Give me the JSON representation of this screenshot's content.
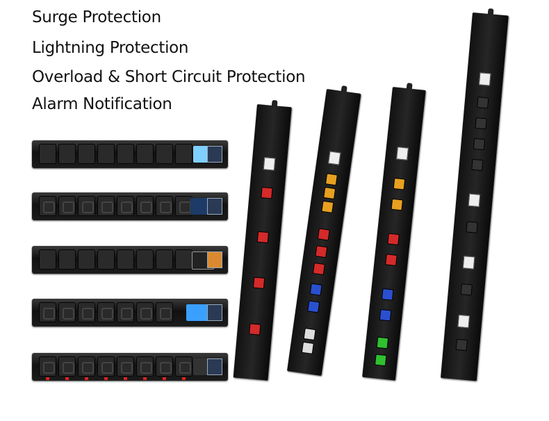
{
  "features": [
    "Surge Protection",
    "Lightning Protection",
    "Overload & Short Circuit Protection",
    "Alarm Notification"
  ],
  "colors": {
    "pdu_body": "#1a1a1a",
    "outlet_red": "#d42a2a",
    "outlet_orange": "#e8a020",
    "outlet_blue": "#2a50d0",
    "outlet_green": "#30c030",
    "outlet_white": "#dddddd",
    "lcd_blue": "#3aa0ff"
  }
}
